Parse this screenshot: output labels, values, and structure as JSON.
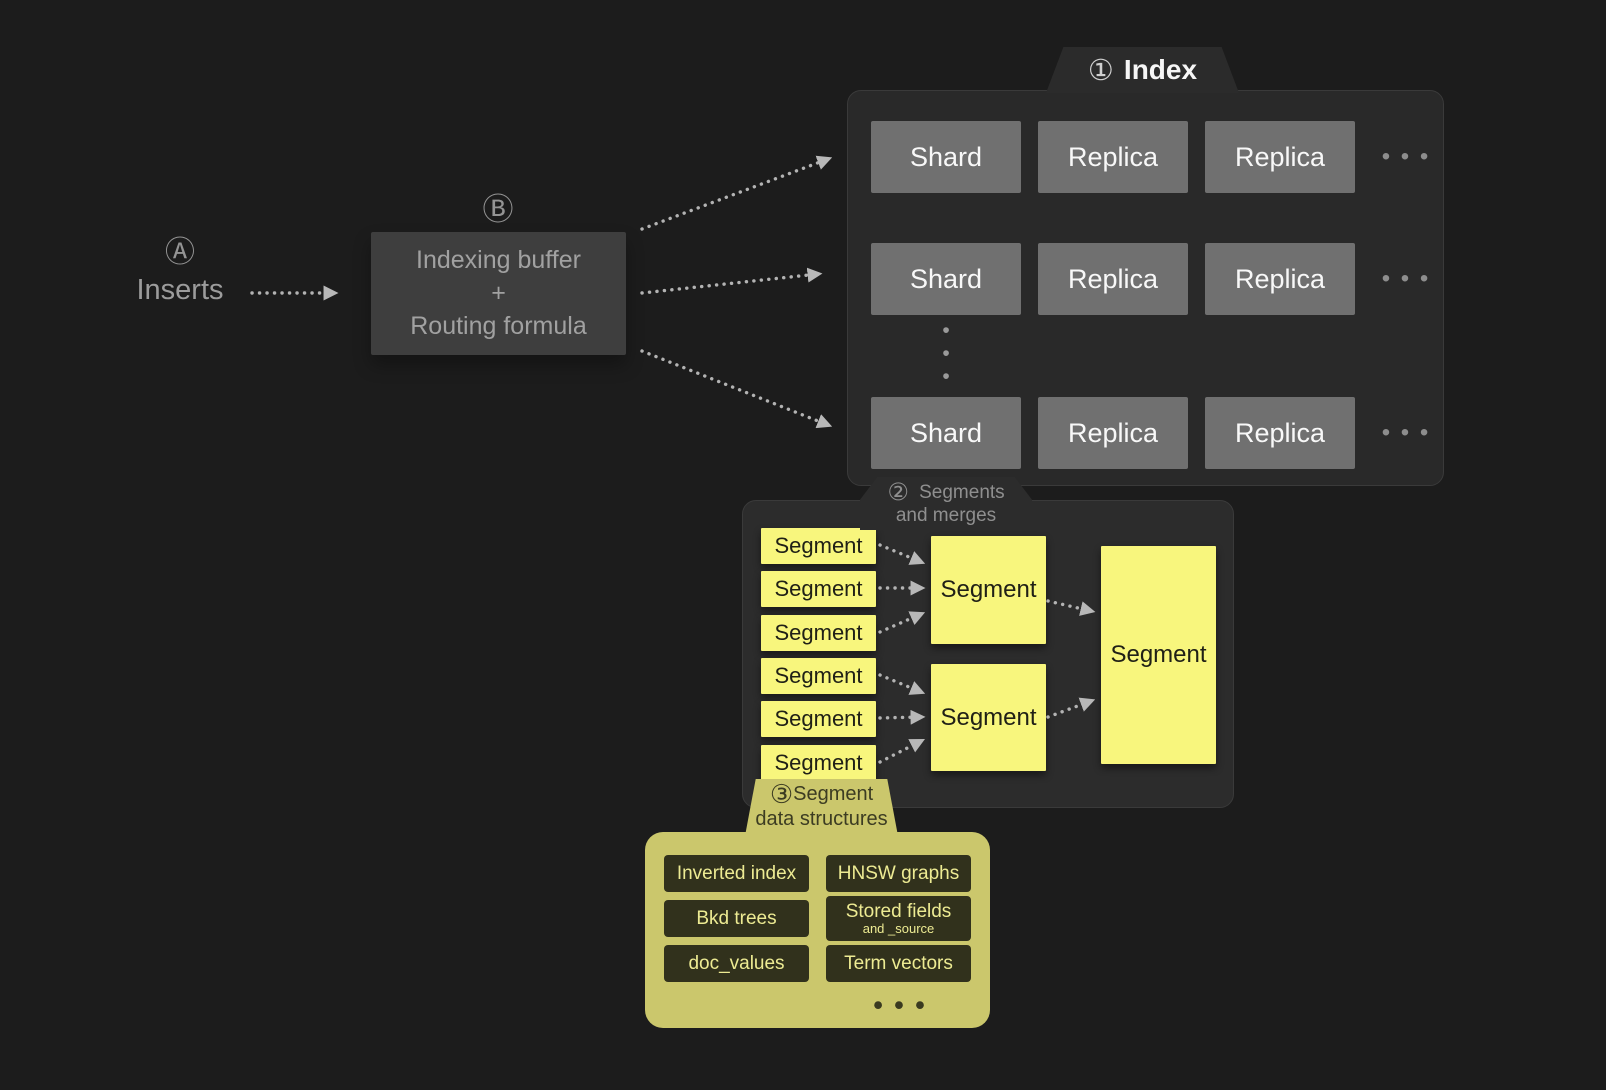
{
  "colors": {
    "background": "#1c1c1c",
    "panel": "#2b2b2b",
    "gray_box": "#707070",
    "buffer_box": "#3e3e3e",
    "accent_yellow": "#f8f67d",
    "olive": "#cbc76c",
    "arrow": "#b3b3b3"
  },
  "inserts": {
    "badge": "Ⓐ",
    "label": "Inserts"
  },
  "buffer": {
    "badge": "Ⓑ",
    "line1": "Indexing buffer",
    "line2": "+",
    "line3": "Routing formula"
  },
  "index": {
    "badge": "①",
    "title": "Index",
    "vdots": "•\n•\n•",
    "rows": [
      {
        "c0": "Shard",
        "c1": "Replica",
        "c2": "Replica",
        "more": "• • •"
      },
      {
        "c0": "Shard",
        "c1": "Replica",
        "c2": "Replica",
        "more": "• • •"
      },
      {
        "c0": "Shard",
        "c1": "Replica",
        "c2": "Replica",
        "more": "• • •"
      }
    ]
  },
  "segments": {
    "badge": "②",
    "tab_line1": "Segments",
    "tab_line2": "and merges",
    "small": [
      "Segment",
      "Segment",
      "Segment",
      "Segment",
      "Segment",
      "Segment"
    ],
    "medium": [
      "Segment",
      "Segment"
    ],
    "large": "Segment"
  },
  "structures": {
    "badge": "③",
    "tab_line1": "Segment",
    "tab_line2": "data structures",
    "boxes": [
      {
        "label": "Inverted index"
      },
      {
        "label": "HNSW graphs"
      },
      {
        "label": "Bkd trees"
      },
      {
        "label": "Stored fields",
        "sub": "and _source"
      },
      {
        "label": "doc_values"
      },
      {
        "label": "Term vectors"
      }
    ],
    "dots": "• • •"
  }
}
